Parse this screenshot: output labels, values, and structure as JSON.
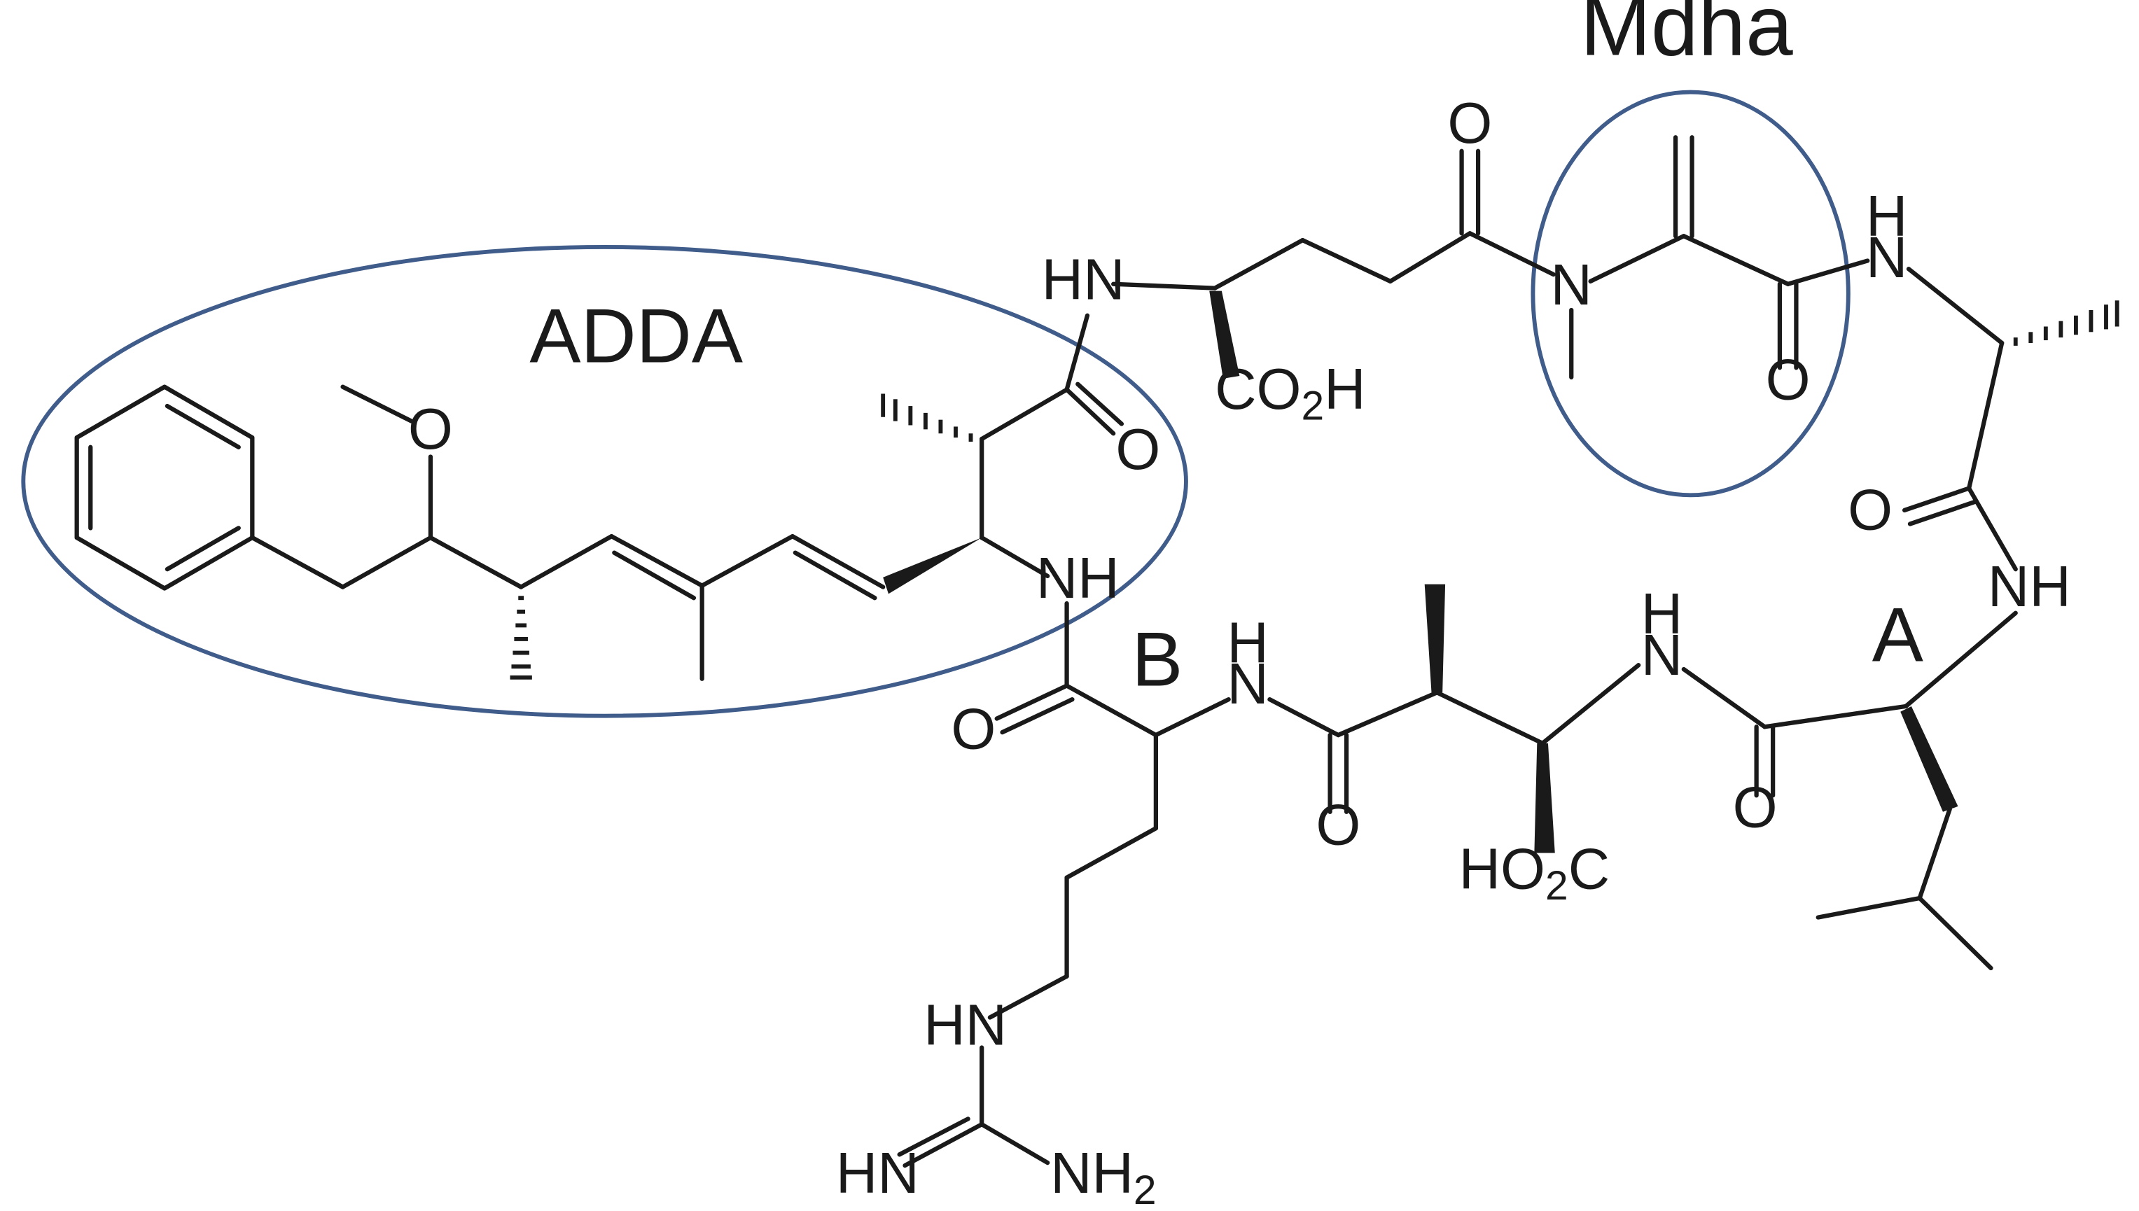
{
  "region_labels": {
    "adda": "ADDA",
    "mdha": "Mdha"
  },
  "residue_markers": {
    "a": "A",
    "b": "B"
  },
  "atoms": {
    "o": "O",
    "n": "N",
    "nh": "NH",
    "hn": "HN",
    "h": "H",
    "co2h_main": "CO",
    "co2h_sub": "2",
    "co2h_tail": "H",
    "ho2c_head": "HO",
    "ho2c_sub": "2",
    "ho2c_tail": "C",
    "hn_guan": "HN",
    "nh2_main": "NH",
    "nh2_sub": "2"
  },
  "colors": {
    "bond": "#1a1a1a",
    "region_outline": "#3f5c8a"
  }
}
